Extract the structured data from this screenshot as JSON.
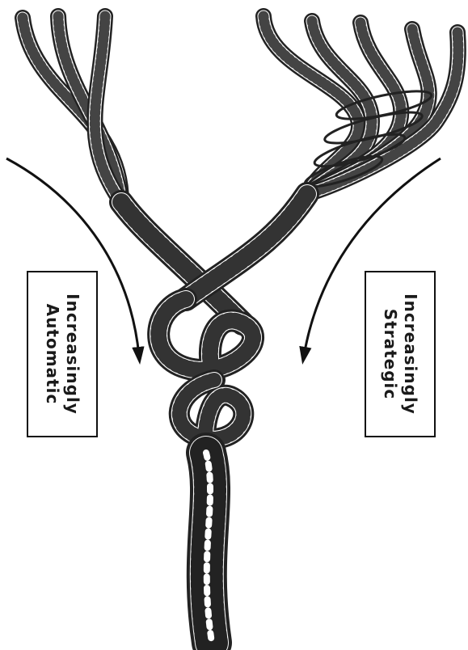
{
  "labels": {
    "left": {
      "line1": "Increasingly",
      "line2": "Automatic"
    },
    "right": {
      "line1": "Increasingly",
      "line2": "Strategic"
    }
  }
}
